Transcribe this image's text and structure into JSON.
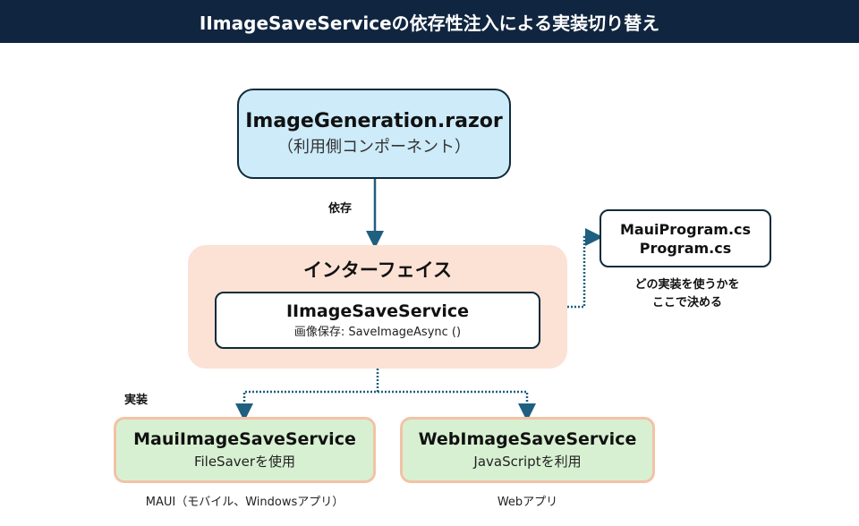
{
  "title": "IImageSaveServiceの依存性注入による実装切り替え",
  "consumer": {
    "name": "ImageGeneration.razor",
    "role": "（利用側コンポーネント）"
  },
  "dependency_label": "依存",
  "interface_group": {
    "title": "インターフェイス",
    "interface": {
      "name": "IImageSaveService",
      "method": "画像保存: SaveImageAsync ()"
    }
  },
  "config": {
    "lines": [
      "MauiProgram.cs",
      "Program.cs"
    ],
    "note_lines": [
      "どの実装を使うかを",
      "ここで決める"
    ]
  },
  "implementation_label": "実装",
  "implementations": [
    {
      "name": "MauiImageSaveService",
      "detail": "FileSaverを使用",
      "platform": "MAUI（モバイル、Windowsアプリ）"
    },
    {
      "name": "WebImageSaveService",
      "detail": "JavaScriptを利用",
      "platform": "Webアプリ"
    }
  ],
  "colors": {
    "title_bg": "#10253f",
    "consumer_fill": "#cdebf9",
    "interface_group_fill": "#fbe2d5",
    "implementation_fill": "#d8f0d2",
    "implementation_border": "#f3c2a6",
    "arrow": "#1f5f80",
    "border_dark": "#0f2a3a"
  }
}
